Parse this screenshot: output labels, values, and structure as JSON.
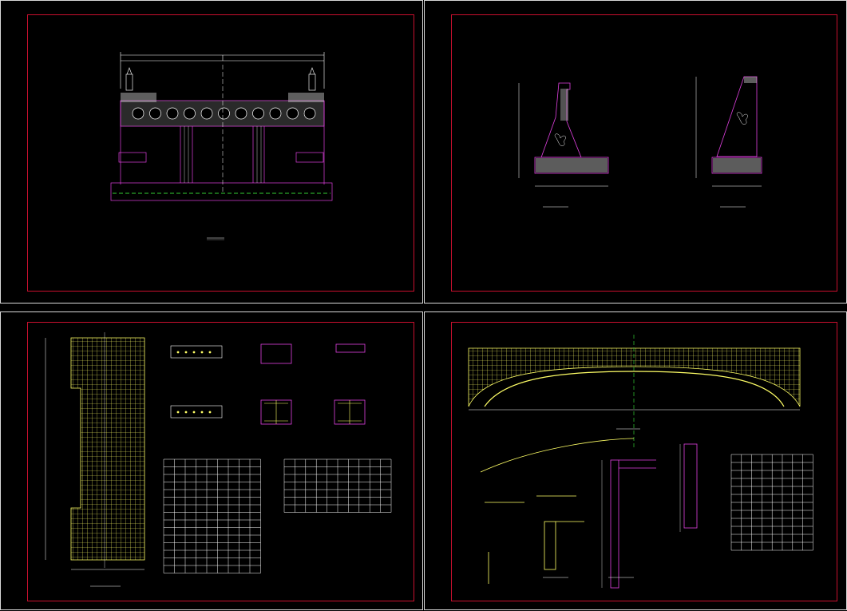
{
  "colors": {
    "background": "#000000",
    "sheet_border": "#d8d8d8",
    "frame": "#c8102e",
    "outline": "#e040e0",
    "rebar": "#ffff66",
    "dimension": "#ffffff",
    "centerline": "#33cc33",
    "hatch": "#e8e8e8"
  },
  "sheets": [
    {
      "name": "bridge-elevation",
      "caption": "",
      "scale": ""
    },
    {
      "name": "abutment-sections",
      "caption_left": "",
      "caption_right": ""
    },
    {
      "name": "slab-reinforcement",
      "caption": ""
    },
    {
      "name": "arch-reinforcement",
      "caption": ""
    }
  ]
}
